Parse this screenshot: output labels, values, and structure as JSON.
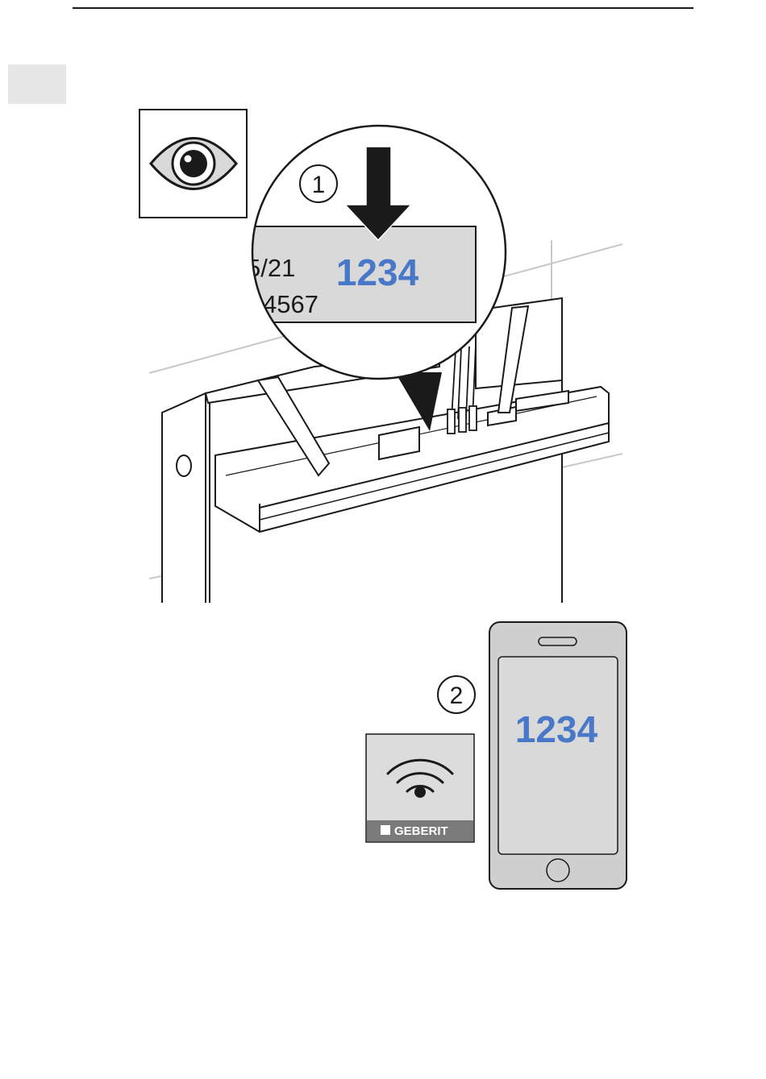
{
  "step1": {
    "number": "1"
  },
  "step2": {
    "number": "2"
  },
  "label": {
    "date_fragment": "5/21",
    "serial_fragment": "4567",
    "code": "1234"
  },
  "phone": {
    "code": "1234"
  },
  "app_tile": {
    "brand": "GEBERIT"
  },
  "icons": {
    "view": "eye-icon",
    "arrow": "arrow-down-icon",
    "wireless": "wifi-icon",
    "phone": "smartphone-icon"
  },
  "colors": {
    "code_blue": "#4a78c8",
    "label_gray": "#d9d9d9",
    "tile_gray": "#dcdcdc",
    "brand_bar": "#7a7a7a",
    "phone_body": "#cfcfcf",
    "phone_screen": "#d9d9d9"
  }
}
